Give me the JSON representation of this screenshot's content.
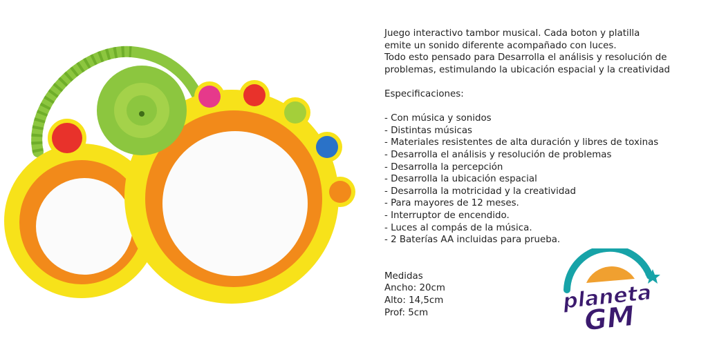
{
  "description": {
    "lines": [
      "Juego interactivo tambor musical. Cada boton y platilla",
      "emite un sonido diferente acompañado con luces.",
      "Todo esto pensado para Desarrolla el análisis y resolución de",
      "problemas, estimulando la ubicación espacial y la creatividad"
    ]
  },
  "specs": {
    "heading": "Especificaciones:",
    "items": [
      "- Con música y sonidos",
      "- Distintas músicas",
      "- Materiales resistentes de alta duración y libres de toxinas",
      "- Desarrolla el análisis y resolución de problemas",
      "- Desarrolla la percepción",
      "- Desarrolla la ubicación espacial",
      "- Desarrolla la motricidad y la creatividad",
      "- Para mayores de 12 meses.",
      "- Interruptor de encendido.",
      "- Luces al compás de la música.",
      "- 2 Baterías AA incluidas para prueba."
    ]
  },
  "measures": {
    "heading": "Medidas",
    "width": "Ancho: 20cm",
    "height": "Alto: 14,5cm",
    "depth": "Prof: 5cm"
  },
  "logo": {
    "text_line1": "planeta",
    "text_line2": "GM",
    "colors": {
      "purple": "#3b1a6e",
      "teal": "#17a3a8",
      "orange": "#f0a030"
    }
  },
  "product": {
    "colors": {
      "yellow": "#f7e21a",
      "orange": "#f28a1a",
      "green": "#8cc63f",
      "white": "#fbfbfb",
      "pink": "#e6398b",
      "red": "#e8322b",
      "blue": "#2a72c8",
      "lime": "#a4cf3a"
    }
  }
}
